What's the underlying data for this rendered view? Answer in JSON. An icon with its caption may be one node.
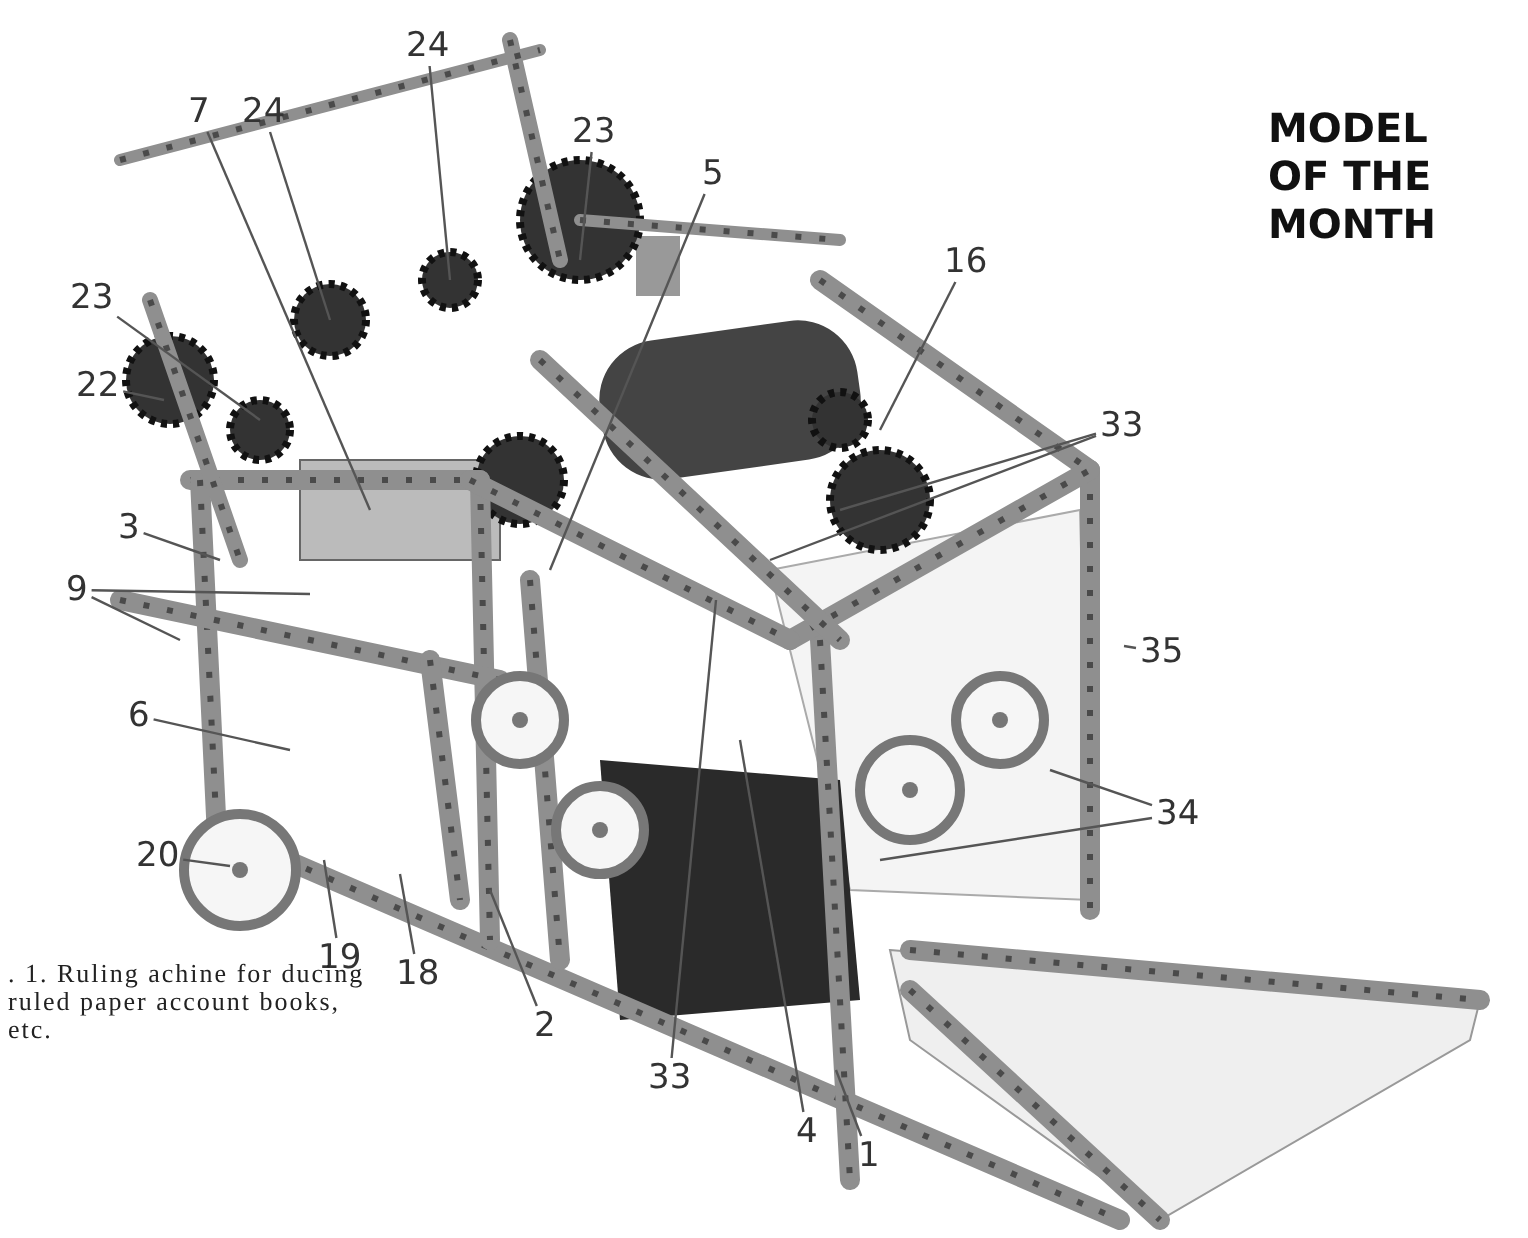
{
  "diagram": {
    "title": "MODEL OF THE MONTH",
    "caption": ". 1. Ruling achine for ducing ruled paper account books, etc.",
    "nodes": [
      {
        "text": [
          "24"
        ]
      },
      {
        "text": [
          "7"
        ]
      },
      {
        "text": [
          "24"
        ]
      },
      {
        "text": [
          "23"
        ]
      },
      {
        "text": [
          "5"
        ]
      },
      {
        "text": [
          "23"
        ]
      },
      {
        "text": [
          "22"
        ]
      },
      {
        "text": [
          "16"
        ]
      },
      {
        "text": [
          "33"
        ]
      },
      {
        "text": [
          "3"
        ]
      },
      {
        "text": [
          "9"
        ]
      },
      {
        "text": [
          "35"
        ]
      },
      {
        "text": [
          "6"
        ]
      },
      {
        "text": [
          "34"
        ]
      },
      {
        "text": [
          "20"
        ]
      },
      {
        "text": [
          "19"
        ]
      },
      {
        "text": [
          "18"
        ]
      },
      {
        "text": [
          "2"
        ]
      },
      {
        "text": [
          "33"
        ]
      },
      {
        "text": [
          "4"
        ]
      },
      {
        "text": [
          "1"
        ]
      }
    ],
    "edges": [
      {
        "from": 0,
        "to": null,
        "arrow": "none"
      },
      {
        "from": 1,
        "to": null,
        "arrow": "none"
      },
      {
        "from": 2,
        "to": null,
        "arrow": "none"
      },
      {
        "from": 3,
        "to": null,
        "arrow": "none"
      },
      {
        "from": 4,
        "to": null,
        "arrow": "none"
      },
      {
        "from": 5,
        "to": null,
        "arrow": "none"
      },
      {
        "from": 6,
        "to": null,
        "arrow": "none"
      },
      {
        "from": 7,
        "to": null,
        "arrow": "none"
      },
      {
        "from": 8,
        "to": null,
        "arrow": "none"
      },
      {
        "from": 8,
        "to": null,
        "arrow": "none"
      },
      {
        "from": 9,
        "to": null,
        "arrow": "none"
      },
      {
        "from": 10,
        "to": null,
        "arrow": "none"
      },
      {
        "from": 10,
        "to": null,
        "arrow": "none"
      },
      {
        "from": 11,
        "to": null,
        "arrow": "none"
      },
      {
        "from": 12,
        "to": null,
        "arrow": "none"
      },
      {
        "from": 13,
        "to": null,
        "arrow": "none"
      },
      {
        "from": 13,
        "to": null,
        "arrow": "none"
      },
      {
        "from": 14,
        "to": null,
        "arrow": "none"
      },
      {
        "from": 15,
        "to": null,
        "arrow": "none"
      },
      {
        "from": 16,
        "to": null,
        "arrow": "none"
      },
      {
        "from": 17,
        "to": null,
        "arrow": "none"
      },
      {
        "from": 18,
        "to": null,
        "arrow": "none"
      },
      {
        "from": 19,
        "to": null,
        "arrow": "none"
      },
      {
        "from": 20,
        "to": null,
        "arrow": "none"
      }
    ]
  }
}
